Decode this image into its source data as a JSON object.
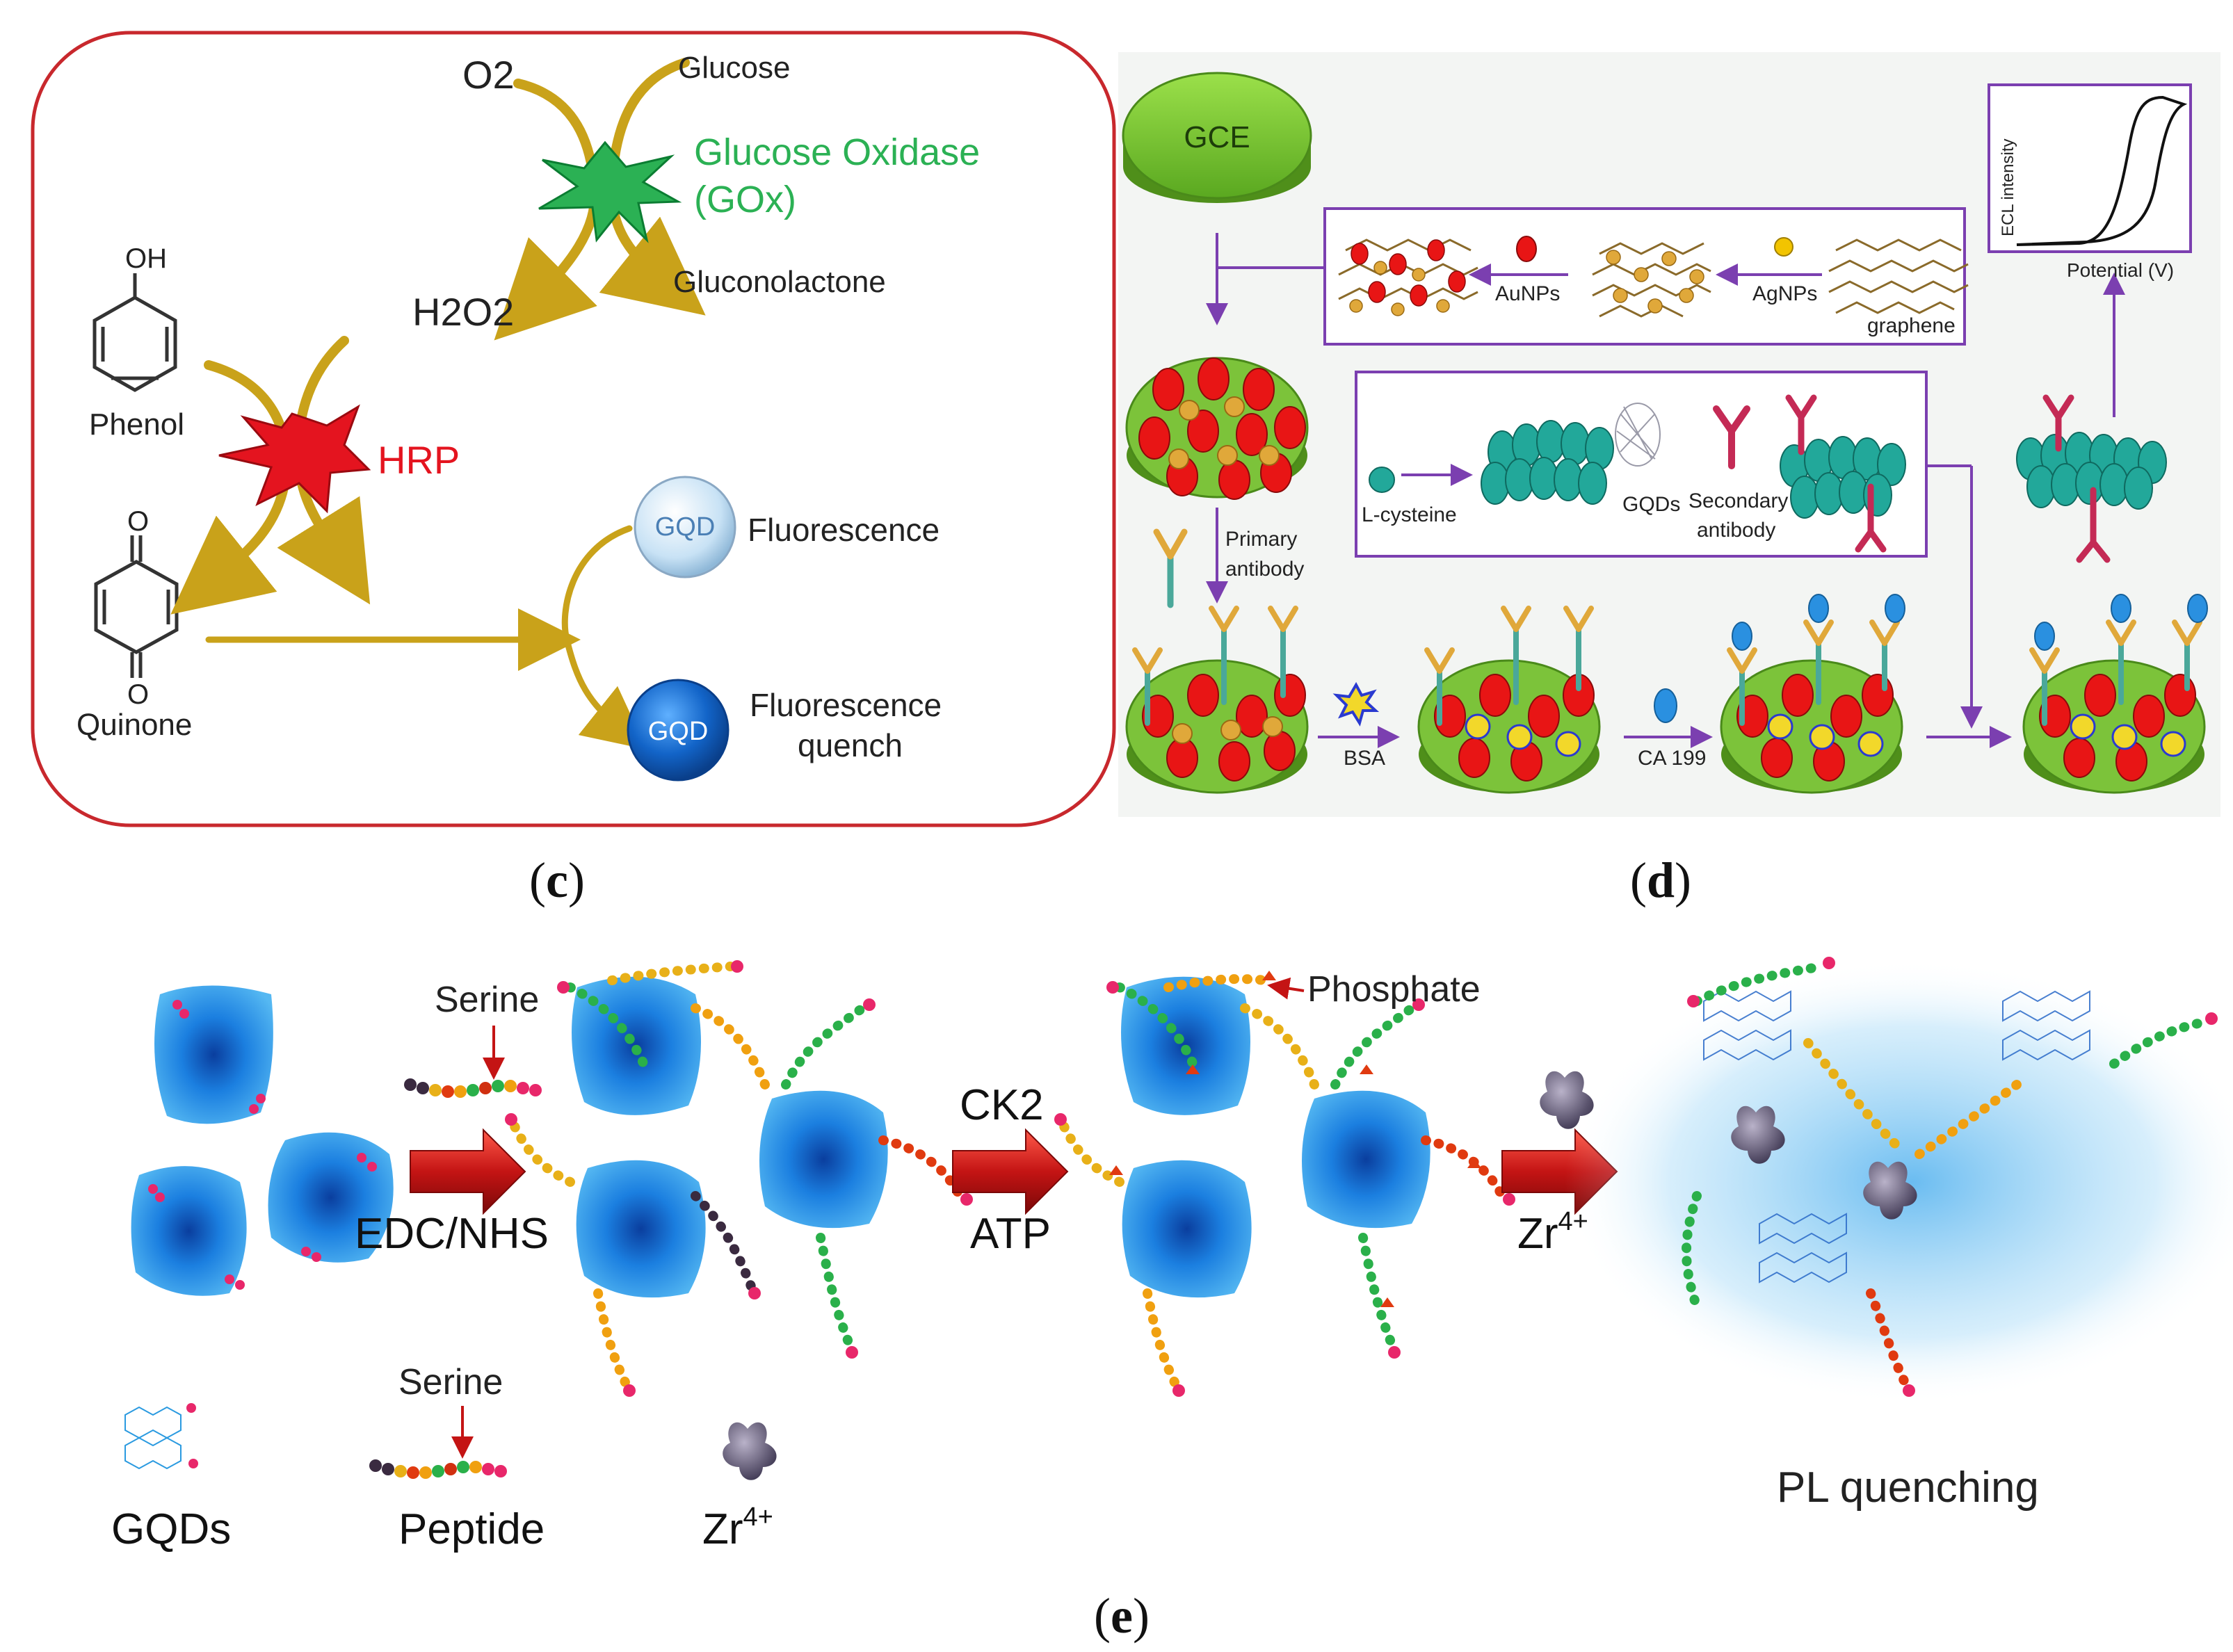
{
  "panel_c": {
    "o2": "O2",
    "glucose": "Glucose",
    "enzyme_line1": "Glucose Oxidase",
    "enzyme_line2": "(GOx)",
    "h2o2": "H2O2",
    "gluconolactone": "Gluconolactone",
    "oh": "OH",
    "phenol": "Phenol",
    "hrp": "HRP",
    "o_top": "O",
    "o_bottom": "O",
    "quinone": "Quinone",
    "gqd": "GQD",
    "fluorescence": "Fluorescence",
    "quench_line1": "Fluorescence",
    "quench_line2": "quench",
    "caption_open": "(",
    "caption_letter": "c",
    "caption_close": ")",
    "colors": {
      "border": "#c8282d",
      "arrow": "#c9a21a",
      "gox": "#2bb154",
      "hrp": "#e4141f"
    }
  },
  "panel_d": {
    "gce": "GCE",
    "aunps": "AuNPs",
    "agnps": "AgNPs",
    "graphene": "graphene",
    "ecl_axis": "ECL intensity",
    "potential_axis": "Potential (V)",
    "lcysteine": "L-cysteine",
    "gqds": "GQDs",
    "secondary_line1": "Secondary",
    "secondary_line2": "antibody",
    "primary_line1": "Primary",
    "primary_line2": "antibody",
    "bsa": "BSA",
    "ca199": "CA 199",
    "caption_open": "(",
    "caption_letter": "d",
    "caption_close": ")",
    "colors": {
      "frame": "#7b3fb0",
      "green": "#7cc33a",
      "red": "#e81515",
      "tan": "#d9a441",
      "teal": "#22a89a"
    }
  },
  "panel_e": {
    "serine_top": "Serine",
    "edc_nhs": "EDC/NHS",
    "phosphate": "Phosphate",
    "ck2": "CK2",
    "atp": "ATP",
    "zr_arrow": "Zr",
    "zr_arrow_sup": "4+",
    "pl_quenching": "PL quenching",
    "legend_gqds": "GQDs",
    "legend_serine": "Serine",
    "legend_peptide": "Peptide",
    "legend_zr": "Zr",
    "legend_zr_sup": "4+",
    "caption_open": "(",
    "caption_letter": "e",
    "caption_close": ")",
    "colors": {
      "gqd_blue": "#1f8fe0",
      "arrow_red": "#c41414"
    }
  }
}
